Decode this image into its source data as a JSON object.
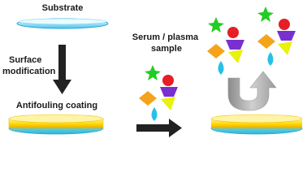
{
  "labels": {
    "substrate": "Substrate",
    "surface_line1": "Surface",
    "surface_line2": "modification",
    "antifouling": "Antifouling coating",
    "serum_line1": "Serum / plasma",
    "serum_line2": "sample"
  },
  "colors": {
    "substrate_fill": "#bfefff",
    "substrate_stroke": "#2aa6d6",
    "coating_fill": "#ffd400",
    "arrow_dark": "#222222",
    "arrow_gray": "#a9a9a9",
    "star_green": "#22cc22",
    "circle_red": "#e61e25",
    "trapezoid_purple": "#7a2fd1",
    "diamond_orange": "#f5a31a",
    "triangle_yellow": "#e8f20a",
    "drop_cyan": "#27c0e6"
  },
  "icons": [
    "star-icon",
    "circle-icon",
    "trapezoid-icon",
    "diamond-icon",
    "triangle-icon",
    "droplet-icon"
  ]
}
